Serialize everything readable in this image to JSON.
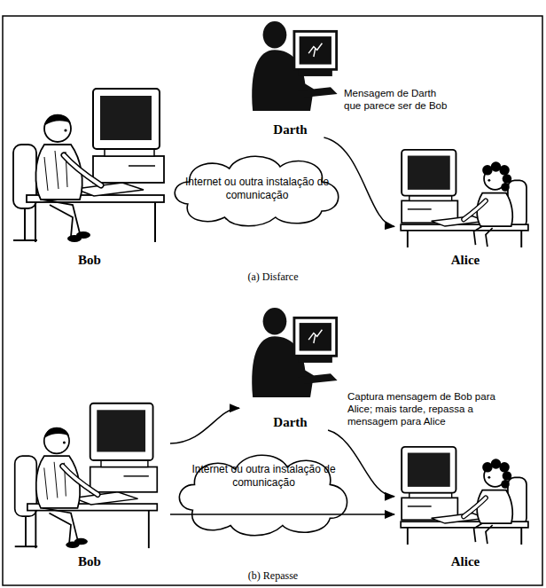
{
  "diagram": {
    "nodes": [
      {
        "text": [
          "Darth"
        ]
      },
      {
        "text": [
          "Internet ou outra instalação de comunicação"
        ]
      },
      {
        "text": [
          "Bob"
        ]
      },
      {
        "text": [
          "Alice"
        ]
      },
      {
        "text": [
          "Darth"
        ]
      },
      {
        "text": [
          "Internet ou outra instalação de comunicação"
        ]
      },
      {
        "text": [
          "Bob"
        ]
      },
      {
        "text": [
          "Alice"
        ]
      }
    ],
    "edges": [
      {
        "from": 0,
        "to": 3,
        "arrow": "to"
      },
      {
        "from": 6,
        "to": 7,
        "arrow": "to"
      },
      {
        "from": 6,
        "to": 4,
        "arrow": "to"
      },
      {
        "from": 4,
        "to": 7,
        "arrow": "to"
      }
    ],
    "labels": [
      "Mensagem de Darth que parece ser de Bob",
      "(a) Disfarce",
      "Captura mensagem de Bob para Alice; mais tarde, repassa a mensagem para Alice",
      "(b) Repasse"
    ]
  }
}
